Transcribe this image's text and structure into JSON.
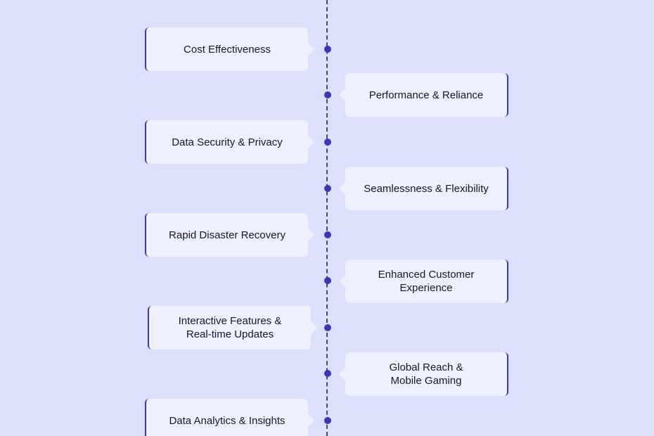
{
  "timeline": {
    "items": [
      {
        "label": "Cost Effectiveness",
        "side": "left"
      },
      {
        "label": "Performance & Reliance",
        "side": "right"
      },
      {
        "label": "Data Security & Privacy",
        "side": "left"
      },
      {
        "label": "Seamlessness & Flexibility",
        "side": "right"
      },
      {
        "label": "Rapid Disaster Recovery",
        "side": "left"
      },
      {
        "label": "Enhanced Customer\nExperience",
        "side": "right"
      },
      {
        "label": "Interactive Features &\nReal-time Updates",
        "side": "left"
      },
      {
        "label": "Global Reach &\nMobile Gaming",
        "side": "right"
      },
      {
        "label": "Data Analytics & Insights",
        "side": "left"
      }
    ]
  },
  "colors": {
    "background": "#dde0fc",
    "card": "#eef0fd",
    "accent": "#3a36b8",
    "line": "#4a4a5a",
    "text": "#17172a"
  }
}
